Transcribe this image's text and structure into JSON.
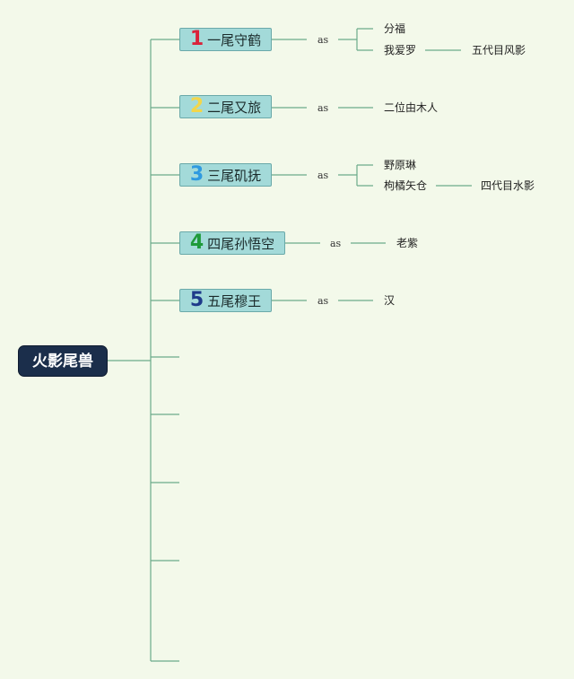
{
  "root": {
    "title": "火影尾兽"
  },
  "branches": [
    {
      "number": "1",
      "number_color": "#d9233a",
      "title": "一尾守鹤",
      "connector": "as",
      "children": [
        {
          "name": "分福"
        },
        {
          "name": "我爱罗",
          "extra": "五代目风影"
        }
      ]
    },
    {
      "number": "2",
      "number_color": "#f2d64b",
      "title": "二尾又旅",
      "connector": "as",
      "children": [
        {
          "name": "二位由木人"
        }
      ]
    },
    {
      "number": "3",
      "number_color": "#2f9ae0",
      "title": "三尾矶抚",
      "connector": "as",
      "children": [
        {
          "name": "野原琳"
        },
        {
          "name": "枸橘矢仓",
          "extra": "四代目水影"
        }
      ]
    },
    {
      "number": "4",
      "number_color": "#1f9a3b",
      "title": "四尾孙悟空",
      "connector": "as",
      "children": [
        {
          "name": "老紫"
        }
      ]
    },
    {
      "number": "5",
      "number_color": "#1e3a8a",
      "title": "五尾穆王",
      "connector": "as",
      "children": [
        {
          "name": "汉"
        }
      ]
    }
  ],
  "colors": {
    "line": "#6bab8a",
    "topic_fill": "#a3dad9",
    "root_fill": "#1b2e4b",
    "background": "#f3f9ea"
  }
}
